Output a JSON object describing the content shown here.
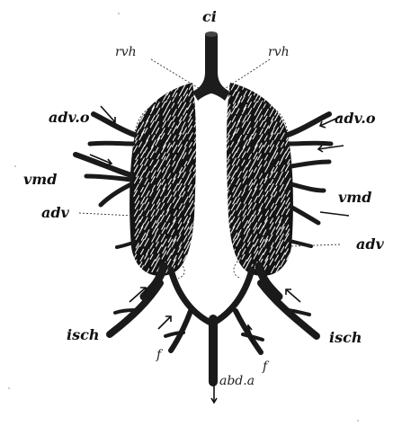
{
  "labels": {
    "ci": "ci",
    "rvh_left": "rvh",
    "rvh_right": "rvh",
    "advo_left": "adv.o",
    "advo_right": "adv.o",
    "vmd_left": "vmd",
    "vmd_right": "vmd",
    "adv_left": "adv",
    "adv_right": "adv",
    "isch_left": "isch",
    "isch_right": "isch",
    "f_left": "f",
    "f_right": "f",
    "abda": "abd.a"
  }
}
